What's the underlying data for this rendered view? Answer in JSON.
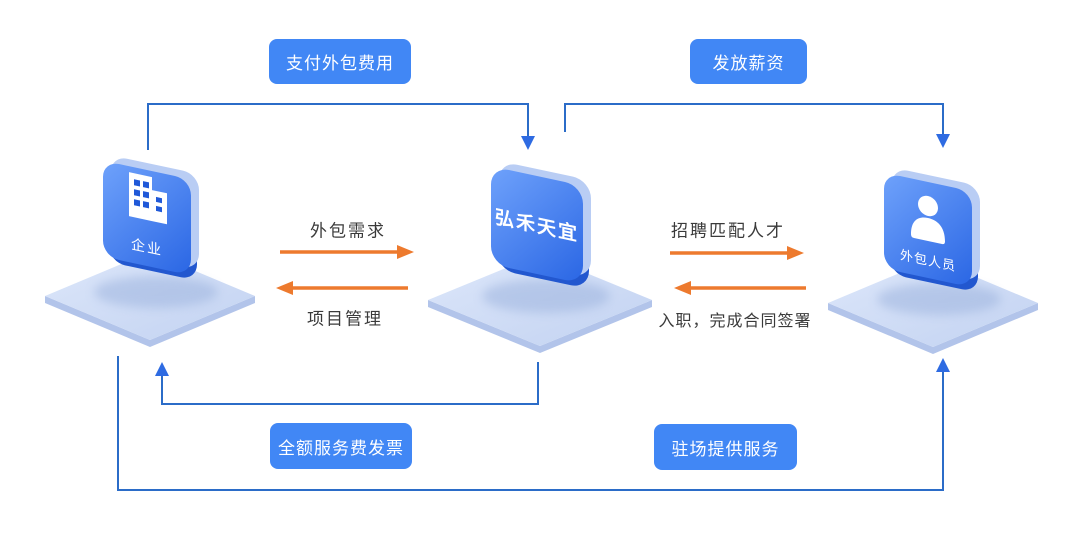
{
  "diagram": {
    "nodes": {
      "enterprise": {
        "label": "企业",
        "icon": "building-icon"
      },
      "company": {
        "label": "弘禾天宜",
        "icon": "wordmark"
      },
      "staff": {
        "label": "外包人员",
        "icon": "person-icon"
      }
    },
    "badges": {
      "pay_outsourcing_fee": "支付外包费用",
      "pay_salary": "发放薪资",
      "full_service_fee_invoice": "全额服务费发票",
      "onsite_service": "驻场提供服务"
    },
    "flows": {
      "outsourcing_demand": "外包需求",
      "project_management": "项目管理",
      "recruit_matching_talent": "招聘匹配人才",
      "onboarding_contract_sign": "入职，完成合同签署"
    },
    "colors": {
      "badge_blue": "#4187f5",
      "connector_blue": "#2b6cc8",
      "arrowhead_blue": "#2e6be2",
      "arrow_orange": "#ed7a2e",
      "tile_blue_light": "#6fa2fb",
      "tile_blue_dark": "#2a66e4",
      "platform_blue": "#cddaf5",
      "text_dark": "#3a3a3a"
    }
  }
}
